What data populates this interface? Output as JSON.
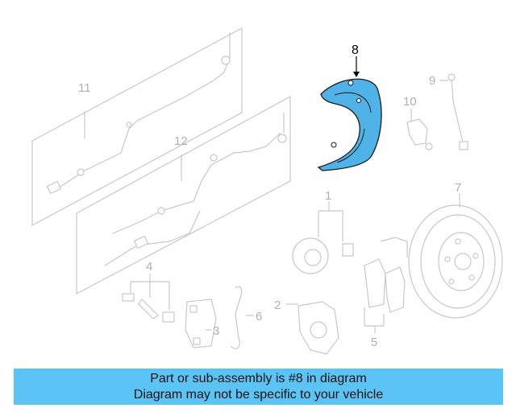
{
  "diagram": {
    "callouts": {
      "p1": "1",
      "p2": "2",
      "p3": "3",
      "p4": "4",
      "p5": "5",
      "p6": "6",
      "p7": "7",
      "p8": "8",
      "p9": "9",
      "p10": "10",
      "p11": "11",
      "p12": "12"
    },
    "highlighted_part": "8",
    "highlight_color": "#4fb3e8",
    "muted_color": "#c8c8c8"
  },
  "banner": {
    "line1": "Part or sub-assembly is #8 in diagram",
    "line2": "Diagram may not be specific to your vehicle",
    "background": "#5bc4f5"
  }
}
